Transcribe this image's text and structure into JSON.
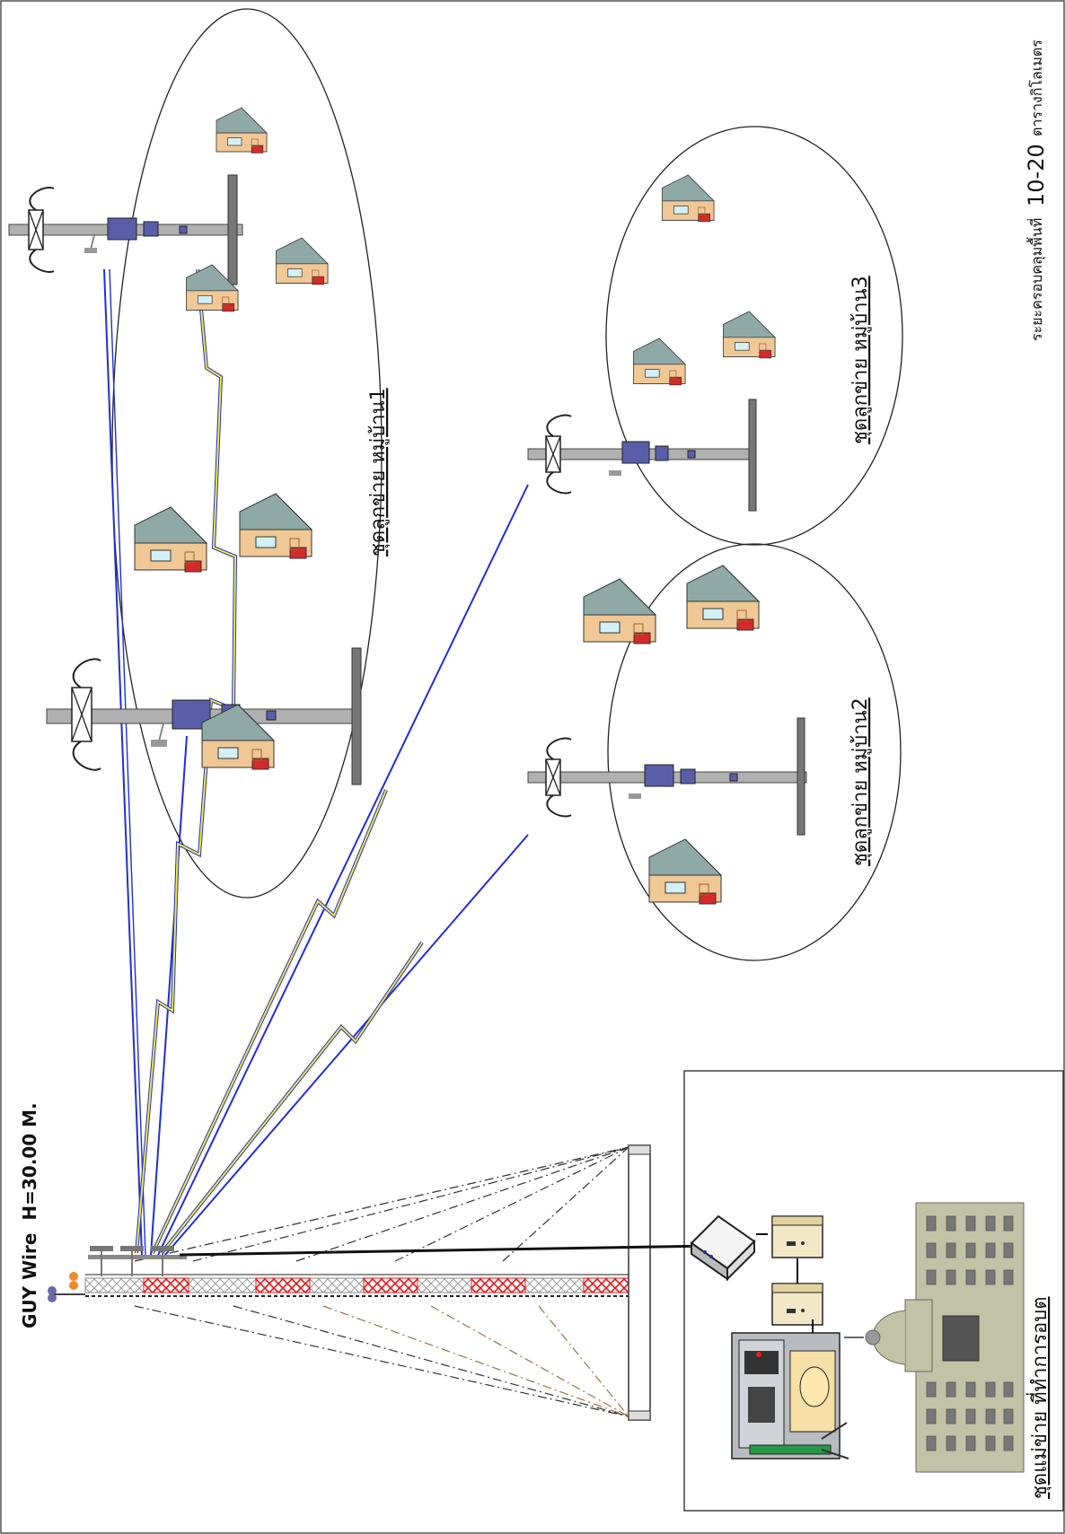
{
  "tower_label": "GUY Wire  H=30.00 M.",
  "master_label": "ชุดแม่ข่าย ที่ทำการอบต",
  "village_labels": [
    "ชุดลูกข่าย หมู่บ้าน1",
    "ชุดลูกข่าย หมู่บ้าน2",
    "ชุดลูกข่าย หมู่บ้าน3"
  ],
  "range_note": {
    "prefix": "ระยะครอบคลุมพื้นที่",
    "value": "10-20",
    "suffix": "ตารางกิโลเมตร"
  },
  "colors": {
    "radio_link": "#1f2fd6",
    "lightning": "#f2ea3a",
    "tower_red": "#e01818",
    "house_wall": "#f0c896",
    "house_roof": "#8fa9a7",
    "chimney": "#d42a2a",
    "equipment_box": "#5a5ea8",
    "building": "#b8b89a"
  }
}
